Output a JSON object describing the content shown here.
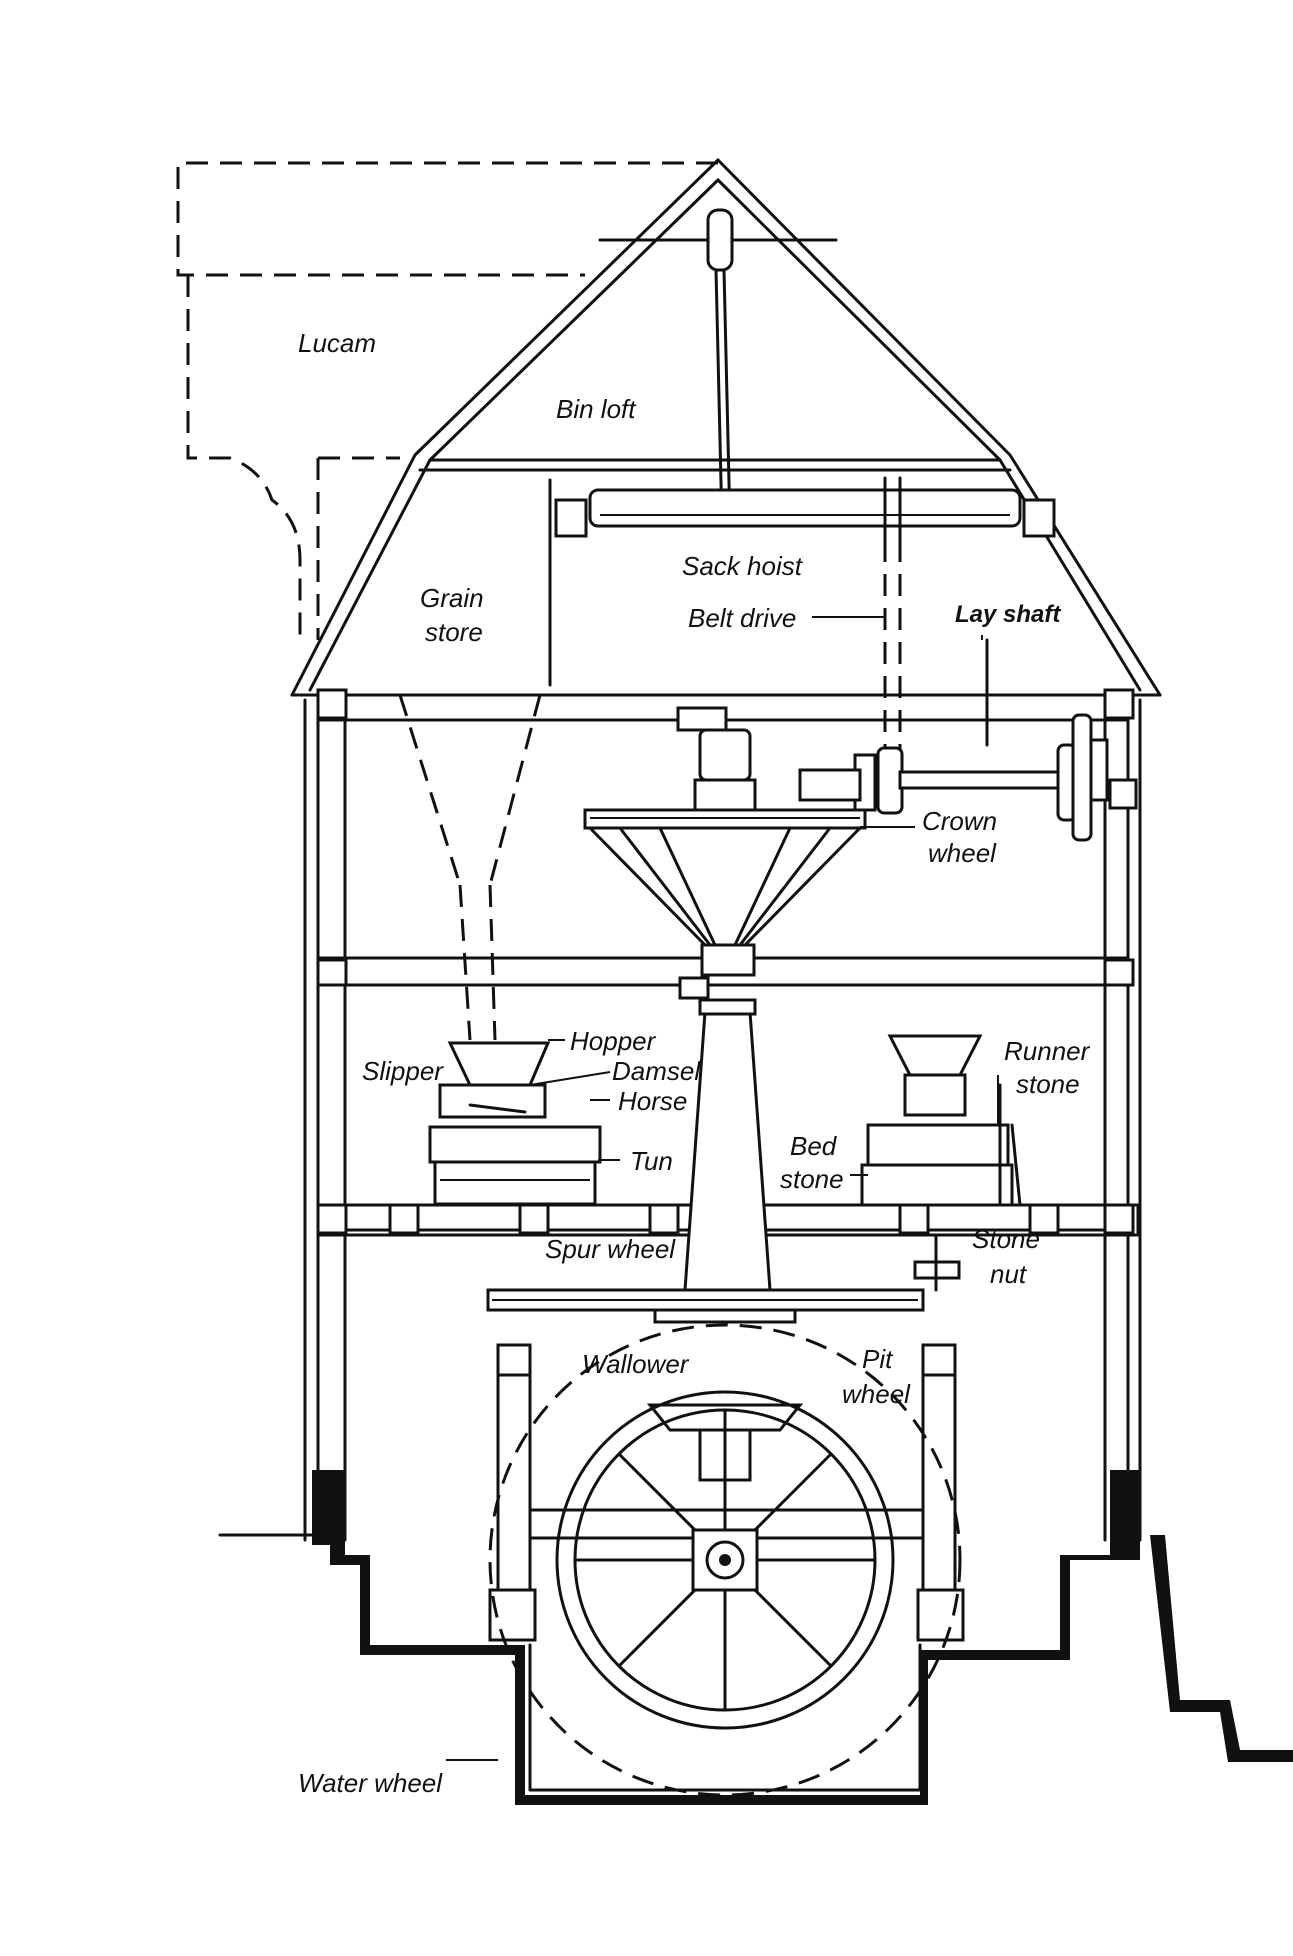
{
  "labels": {
    "lucam": "Lucam",
    "bin_loft": "Bin loft",
    "sack_hoist": "Sack hoist",
    "grain": "Grain",
    "store": "store",
    "belt_drive": "Belt drive",
    "lay_shaft": "Lay shaft",
    "crown": "Crown",
    "wheel": "wheel",
    "hopper": "Hopper",
    "slipper": "Slipper",
    "damsel": "Damsel",
    "horse": "Horse",
    "tun": "Tun",
    "runner": "Runner",
    "runner_stone": "stone",
    "bed": "Bed",
    "bed_stone": "stone",
    "spur_wheel": "Spur wheel",
    "stone": "Stone",
    "nut": "nut",
    "wallower": "Wallower",
    "pit": "Pit",
    "pit_wheel": "wheel",
    "water_wheel": "Water wheel"
  }
}
